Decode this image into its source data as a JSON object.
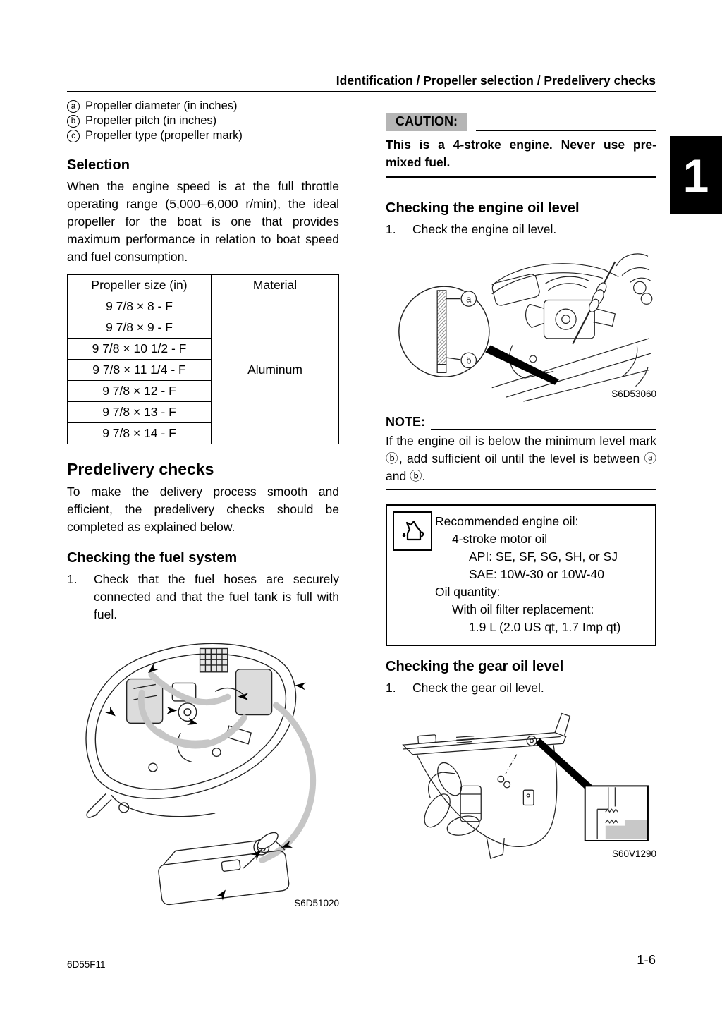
{
  "page": {
    "header": "Identification / Propeller selection / Predelivery checks",
    "tab": "1",
    "footer_left": "6D55F11",
    "footer_right": "1-6"
  },
  "left": {
    "legend": [
      {
        "marker": "a",
        "text": "Propeller diameter (in inches)"
      },
      {
        "marker": "b",
        "text": "Propeller pitch (in inches)"
      },
      {
        "marker": "c",
        "text": "Propeller type (propeller mark)"
      }
    ],
    "selection_heading": "Selection",
    "selection_body": "When the engine speed is at the full throttle operating range (5,000–6,000 r/min), the ideal propeller for the boat is one that provides maximum performance in relation to boat speed and fuel consumption.",
    "table": {
      "col_size": "Propeller size (in)",
      "col_material": "Material",
      "sizes": [
        "9 7/8 × 8 - F",
        "9 7/8 × 9 - F",
        "9 7/8 × 10 1/2 - F",
        "9 7/8 × 11 1/4 - F",
        "9 7/8 × 12 - F",
        "9 7/8 × 13 - F",
        "9 7/8 × 14 - F"
      ],
      "material": "Aluminum"
    },
    "predelivery_heading": "Predelivery checks",
    "predelivery_body": "To make the delivery process smooth and efficient, the predelivery checks should be completed as explained below.",
    "fuel_heading": "Checking the fuel system",
    "fuel_item_num": "1.",
    "fuel_item_text": "Check that the fuel hoses are securely connected and that the fuel tank is full with fuel.",
    "fuel_figure_caption": "S6D51020"
  },
  "right": {
    "caution_label": "CAUTION:",
    "caution_text": "This is a 4-stroke engine. Never use pre-mixed fuel.",
    "engine_oil_heading": "Checking the engine oil level",
    "engine_oil_item_num": "1.",
    "engine_oil_item_text": "Check the engine oil level.",
    "engine_oil_label_a": "a",
    "engine_oil_label_b": "b",
    "engine_oil_figure_caption": "S6D53060",
    "note_label": "NOTE:",
    "note_text": "If the engine oil is below the minimum level mark ⓑ, add sufficient oil until the level is between ⓐ and ⓑ.",
    "spec_box": {
      "lines": [
        "Recommended engine oil:",
        "4-stroke motor oil",
        "API: SE, SF, SG, SH, or SJ",
        "SAE: 10W-30 or 10W-40",
        "Oil quantity:",
        "With oil filter replacement:",
        "1.9 L (2.0 US qt, 1.7 Imp qt)"
      ]
    },
    "gear_oil_heading": "Checking the gear oil level",
    "gear_oil_item_num": "1.",
    "gear_oil_item_text": "Check the gear oil level.",
    "gear_oil_figure_caption": "S60V1290"
  }
}
